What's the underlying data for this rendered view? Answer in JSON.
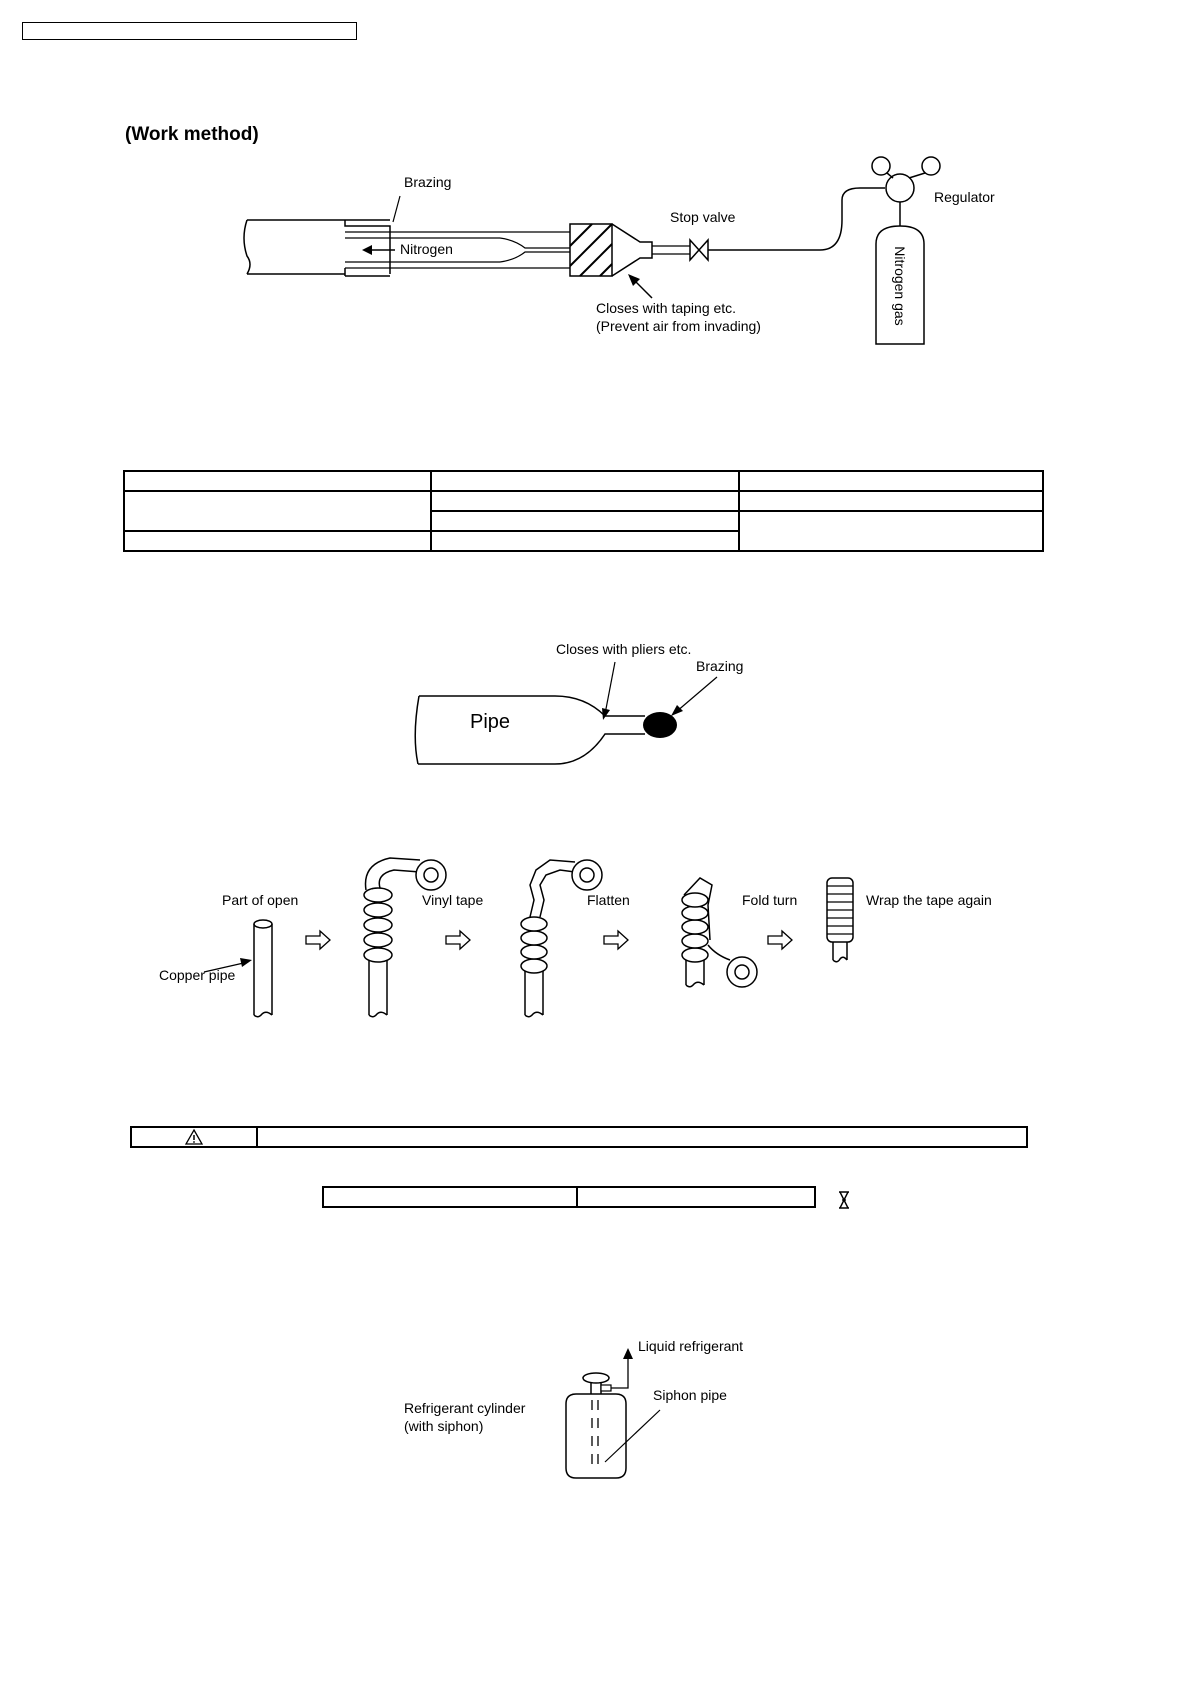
{
  "section_title": "(Work method)",
  "nitrogen_diagram": {
    "brazing": "Brazing",
    "nitrogen": "Nitrogen",
    "stop_valve": "Stop valve",
    "regulator": "Regulator",
    "nitrogen_gas": "Nitrogen gas",
    "closes_taping_line1": "Closes with taping etc.",
    "closes_taping_line2": "(Prevent air from invading)"
  },
  "pliers_diagram": {
    "closes_pliers": "Closes with pliers etc.",
    "brazing": "Brazing",
    "pipe": "Pipe"
  },
  "taping_steps": {
    "part_of_open": "Part of open",
    "copper_pipe": "Copper pipe",
    "vinyl_tape": "Vinyl tape",
    "flatten": "Flatten",
    "fold_turn": "Fold turn",
    "wrap_again": "Wrap the tape again"
  },
  "cylinder_diagram": {
    "liquid_refrigerant": "Liquid refrigerant",
    "siphon_pipe": "Siphon pipe",
    "cylinder_line1": "Refrigerant cylinder",
    "cylinder_line2": "(with siphon)"
  }
}
